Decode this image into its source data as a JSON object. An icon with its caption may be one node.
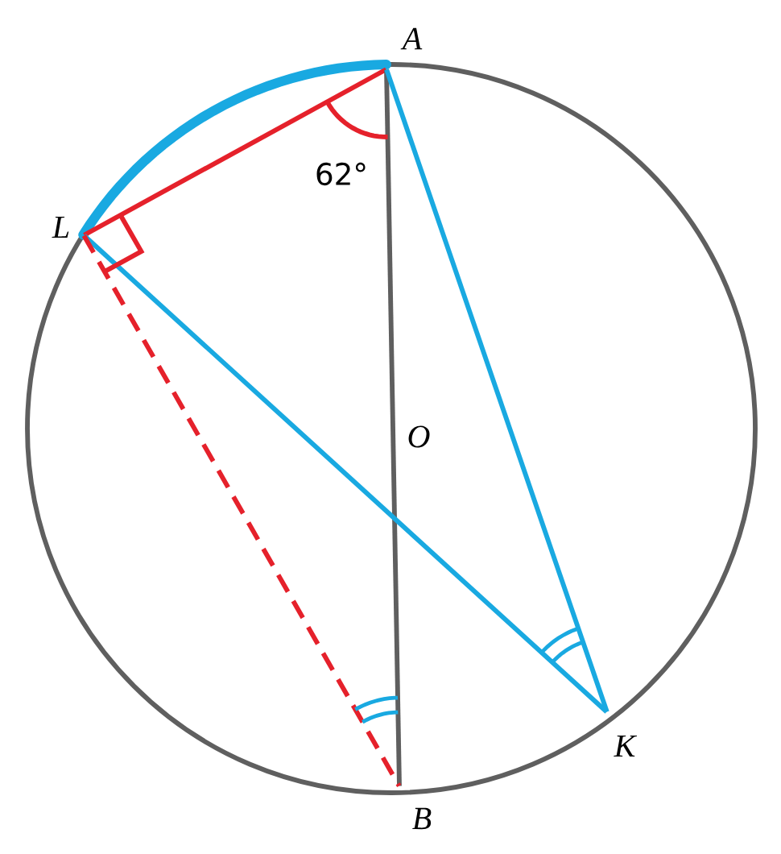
{
  "diagram": {
    "nodes": [
      {
        "text": [
          "A"
        ]
      },
      {
        "text": [
          "L"
        ]
      },
      {
        "text": [
          "K"
        ]
      },
      {
        "text": [
          "B"
        ]
      }
    ],
    "edges": [
      {
        "from": 0,
        "to": 1,
        "arrow": "none",
        "color": "#e5212b"
      },
      {
        "from": 0,
        "to": 3,
        "arrow": "none",
        "color": "#5f5f5f"
      },
      {
        "from": 0,
        "to": 2,
        "arrow": "none",
        "color": "#19a9e1"
      },
      {
        "from": 1,
        "to": 2,
        "arrow": "none",
        "color": "#19a9e1"
      },
      {
        "from": 1,
        "to": 3,
        "arrow": "none",
        "style": "dashed",
        "color": "#e5212b"
      }
    ],
    "labels": [
      "O",
      "62°"
    ]
  }
}
